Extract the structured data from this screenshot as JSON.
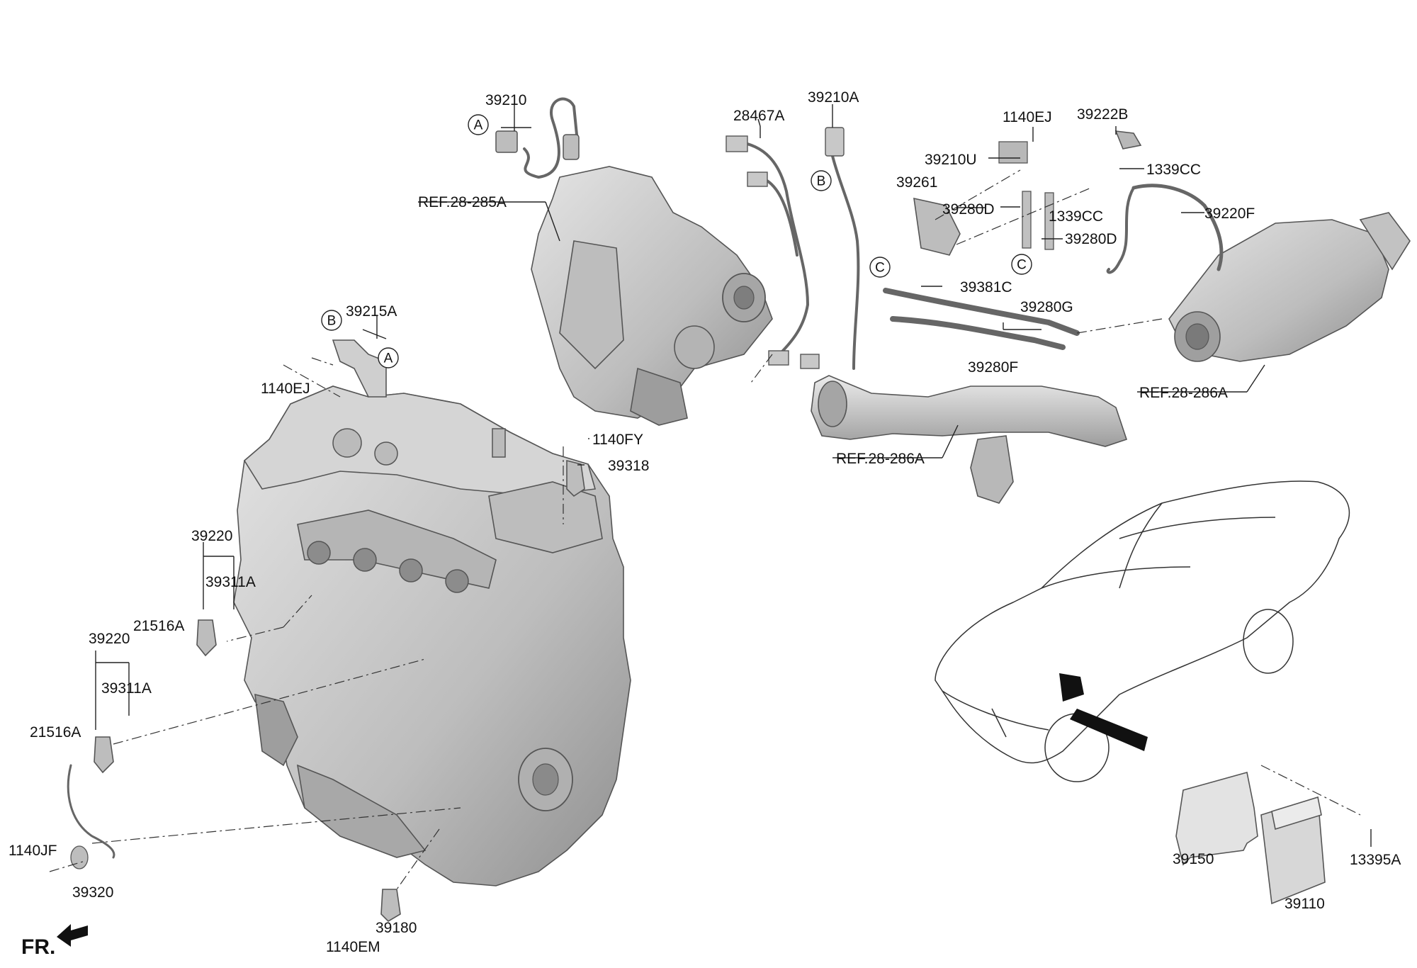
{
  "labels": {
    "l39210": "39210",
    "l28467A": "28467A",
    "l39210A": "39210A",
    "l1140EJ_top": "1140EJ",
    "l39222B": "39222B",
    "l39210U": "39210U",
    "l1339CC_a": "1339CC",
    "l39261": "39261",
    "l39280D_a": "39280D",
    "l1339CC_b": "1339CC",
    "l39220F": "39220F",
    "l39280D_b": "39280D",
    "lREF285A": "REF.28-285A",
    "l39381C": "39381C",
    "l39280G": "39280G",
    "l39215A": "39215A",
    "l39280F": "39280F",
    "l1140EJ_left": "1140EJ",
    "lREF286A_right": "REF.28-286A",
    "l1140FY": "1140FY",
    "lREF286A_mid": "REF.28-286A",
    "l39318": "39318",
    "l39220_a": "39220",
    "l39311A_a": "39311A",
    "l21516A_a": "21516A",
    "l39220_b": "39220",
    "l39311A_b": "39311A",
    "l21516A_b": "21516A",
    "l1140JF": "1140JF",
    "l39320": "39320",
    "l39180": "39180",
    "l1140EM": "1140EM",
    "l39150": "39150",
    "l13395A": "13395A",
    "l39110": "39110",
    "fr": "FR."
  },
  "callouts": {
    "A1": "A",
    "B1": "B",
    "C1": "C",
    "C2": "C",
    "B2": "B",
    "A2": "A"
  },
  "colors": {
    "part_fill": "#c9c9c9",
    "part_dark": "#9a9a9a",
    "hose": "#8a8a8a",
    "line": "#222222"
  }
}
